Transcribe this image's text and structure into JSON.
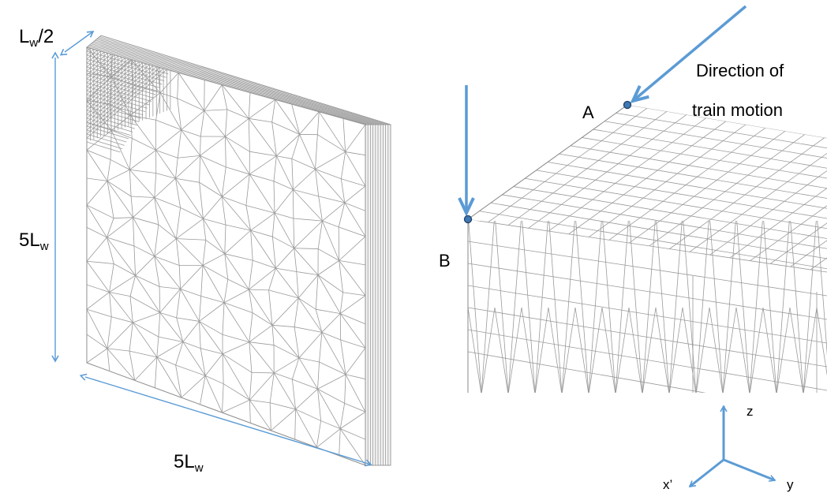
{
  "left_figure": {
    "thickness_label": {
      "main": "L",
      "sub": "w",
      "suffix": "/2"
    },
    "height_label": {
      "main": "5L",
      "sub": "w"
    },
    "width_label": {
      "main": "5L",
      "sub": "w"
    }
  },
  "right_figure": {
    "point_a": "A",
    "point_b": "B",
    "direction_line1": "Direction of",
    "direction_line2": "train motion",
    "axes": {
      "z": "z",
      "x": "x’",
      "y": "y"
    }
  },
  "colors": {
    "arrow": "#5b9bd5",
    "mesh": "#9a9a9a",
    "point_fill": "#3f79b5",
    "point_stroke": "#1f3f66"
  },
  "icons": [
    "load-arrow",
    "dimension-arrow",
    "axis-arrow"
  ]
}
